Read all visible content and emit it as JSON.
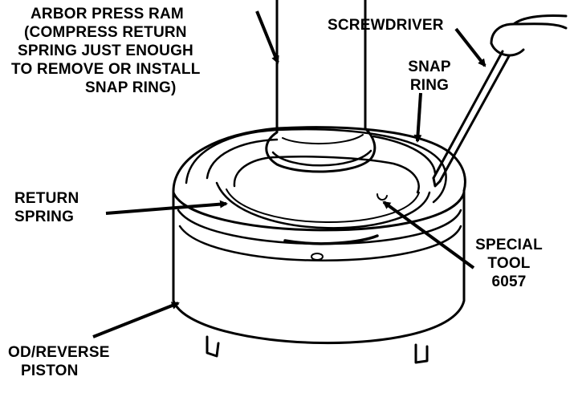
{
  "labels": {
    "ram": [
      "ARBOR PRESS RAM",
      "(COMPRESS RETURN",
      "SPRING JUST ENOUGH",
      "TO REMOVE OR INSTALL",
      "SNAP RING)"
    ],
    "screwdriver": "SCREWDRIVER",
    "snap_ring": [
      "SNAP",
      "RING"
    ],
    "return_spring": [
      "RETURN",
      "SPRING"
    ],
    "special_tool": [
      "SPECIAL",
      "TOOL",
      "6057"
    ],
    "piston": [
      "OD/REVERSE",
      "PISTON"
    ]
  },
  "colors": {
    "ink": "#000000",
    "paper": "#ffffff"
  }
}
